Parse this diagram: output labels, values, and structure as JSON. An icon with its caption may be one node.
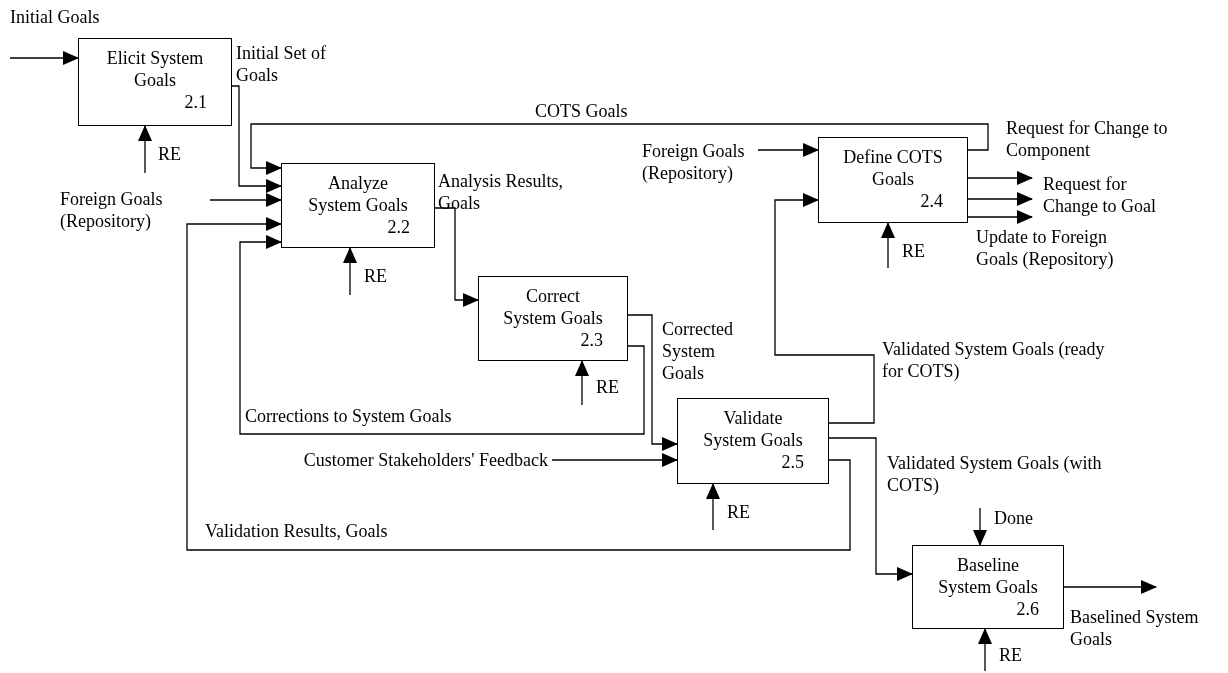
{
  "diagram": {
    "nodes": [
      {
        "text": [
          "Elicit System Goals",
          "2.1"
        ]
      },
      {
        "text": [
          "Analyze System Goals",
          "2.2"
        ]
      },
      {
        "text": [
          "Correct System Goals",
          "2.3"
        ]
      },
      {
        "text": [
          "Define COTS Goals",
          "2.4"
        ]
      },
      {
        "text": [
          "Validate System Goals",
          "2.5"
        ]
      },
      {
        "text": [
          "Baseline System Goals",
          "2.6"
        ]
      }
    ],
    "edges": [
      {
        "from": null,
        "to": 0,
        "arrow": "to",
        "label": "Initial Goals"
      },
      {
        "from": null,
        "to": 0,
        "arrow": "to",
        "label": "RE"
      },
      {
        "from": 0,
        "to": 1,
        "arrow": "to",
        "label": "Initial Set of Goals"
      },
      {
        "from": 3,
        "to": 1,
        "arrow": "to",
        "label": "COTS Goals"
      },
      {
        "from": null,
        "to": 1,
        "arrow": "to",
        "label": "Foreign Goals (Repository)"
      },
      {
        "from": 4,
        "to": 1,
        "arrow": "to",
        "label": "Validation Results, Goals"
      },
      {
        "from": 2,
        "to": 1,
        "arrow": "to",
        "label": "Corrections to System Goals"
      },
      {
        "from": null,
        "to": 1,
        "arrow": "to",
        "label": "RE"
      },
      {
        "from": 1,
        "to": 2,
        "arrow": "to",
        "label": "Analysis Results, Goals"
      },
      {
        "from": null,
        "to": 2,
        "arrow": "to",
        "label": "RE"
      },
      {
        "from": 2,
        "to": 4,
        "arrow": "to",
        "label": "Corrected System Goals"
      },
      {
        "from": null,
        "to": 4,
        "arrow": "to",
        "label": "Customer Stakeholders' Feedback"
      },
      {
        "from": null,
        "to": 4,
        "arrow": "to",
        "label": "RE"
      },
      {
        "from": 4,
        "to": 3,
        "arrow": "to",
        "label": "Validated System Goals (ready for COTS)"
      },
      {
        "from": null,
        "to": 3,
        "arrow": "to",
        "label": "Foreign Goals (Repository)"
      },
      {
        "from": null,
        "to": 3,
        "arrow": "to",
        "label": "RE"
      },
      {
        "from": 3,
        "to": null,
        "arrow": "to",
        "label": "Request for Change to Component"
      },
      {
        "from": 3,
        "to": null,
        "arrow": "to",
        "label": "Request for Change to Goal"
      },
      {
        "from": 3,
        "to": null,
        "arrow": "to",
        "label": "Update to Foreign Goals (Repository)"
      },
      {
        "from": 4,
        "to": 5,
        "arrow": "to",
        "label": "Validated System Goals (with COTS)"
      },
      {
        "from": null,
        "to": 5,
        "arrow": "to",
        "label": "Done"
      },
      {
        "from": null,
        "to": 5,
        "arrow": "to",
        "label": "RE"
      },
      {
        "from": 5,
        "to": null,
        "arrow": "to",
        "label": "Baselined System Goals"
      }
    ]
  }
}
